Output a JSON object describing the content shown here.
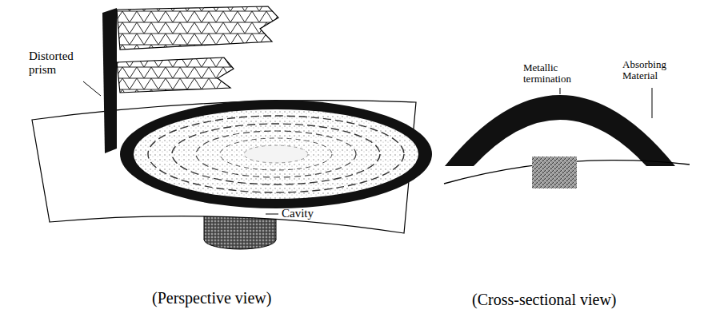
{
  "diagram": {
    "labels": [
      "Distorted prism",
      "Cavity",
      "Metallic termination",
      "Absorbing Material",
      "(Perspective view)",
      "(Cross-sectional view)"
    ]
  }
}
